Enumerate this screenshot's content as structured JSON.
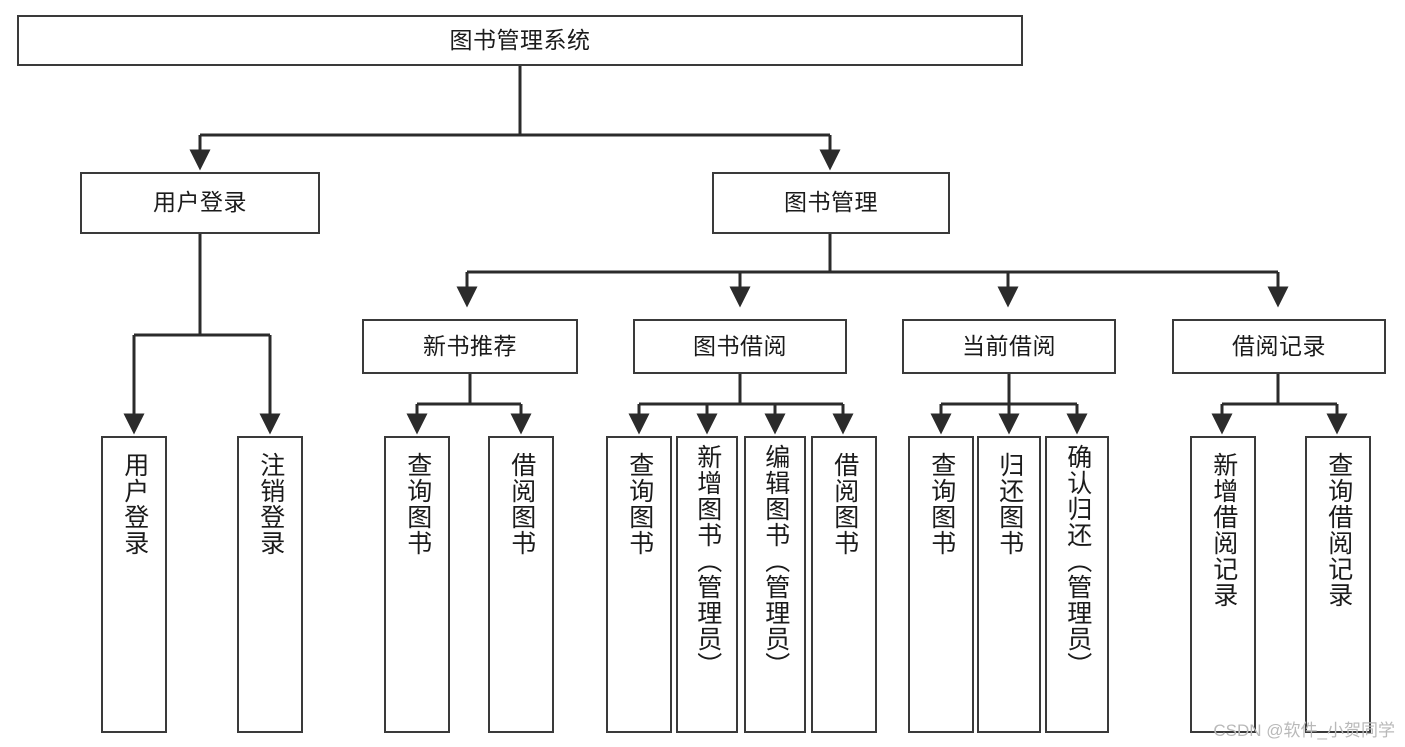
{
  "diagram": {
    "type": "tree-hierarchy-chart",
    "title": "图书管理系统",
    "watermark": "CSDN @软件_小贺同学",
    "style": {
      "box_border_color": "#3a3a3a",
      "box_fill": "#ffffff",
      "edge_color": "#2b2b2b",
      "text_color": "#1b1b1b",
      "watermark_color": "#b9b9b9"
    },
    "nodes": {
      "root": {
        "label": "图书管理系统"
      },
      "level1": [
        {
          "id": "user-login",
          "label": "用户登录"
        },
        {
          "id": "book-management",
          "label": "图书管理"
        }
      ],
      "level2": [
        {
          "id": "new-book-recommend",
          "label": "新书推荐"
        },
        {
          "id": "book-borrow",
          "label": "图书借阅"
        },
        {
          "id": "current-borrow",
          "label": "当前借阅"
        },
        {
          "id": "borrow-record",
          "label": "借阅记录"
        }
      ],
      "leaves": {
        "user-login": [
          {
            "id": "leaf-user-login",
            "label": "用户登录"
          },
          {
            "id": "leaf-logout-login",
            "label": "注销登录"
          }
        ],
        "new-book-recommend": [
          {
            "id": "leaf-query-book-1",
            "label": "查询图书"
          },
          {
            "id": "leaf-borrow-book-1",
            "label": "借阅图书"
          }
        ],
        "book-borrow": [
          {
            "id": "leaf-query-book-2",
            "label": "查询图书"
          },
          {
            "id": "leaf-add-book",
            "label": "新增图书（管理员）"
          },
          {
            "id": "leaf-edit-book",
            "label": "编辑图书（管理员）"
          },
          {
            "id": "leaf-borrow-book-2",
            "label": "借阅图书"
          }
        ],
        "current-borrow": [
          {
            "id": "leaf-query-book-3",
            "label": "查询图书"
          },
          {
            "id": "leaf-return-book",
            "label": "归还图书"
          },
          {
            "id": "leaf-confirm-return",
            "label": "确认归还（管理员）"
          }
        ],
        "borrow-record": [
          {
            "id": "leaf-add-record",
            "label": "新增借阅记录"
          },
          {
            "id": "leaf-query-record",
            "label": "查询借阅记录"
          }
        ]
      }
    }
  }
}
